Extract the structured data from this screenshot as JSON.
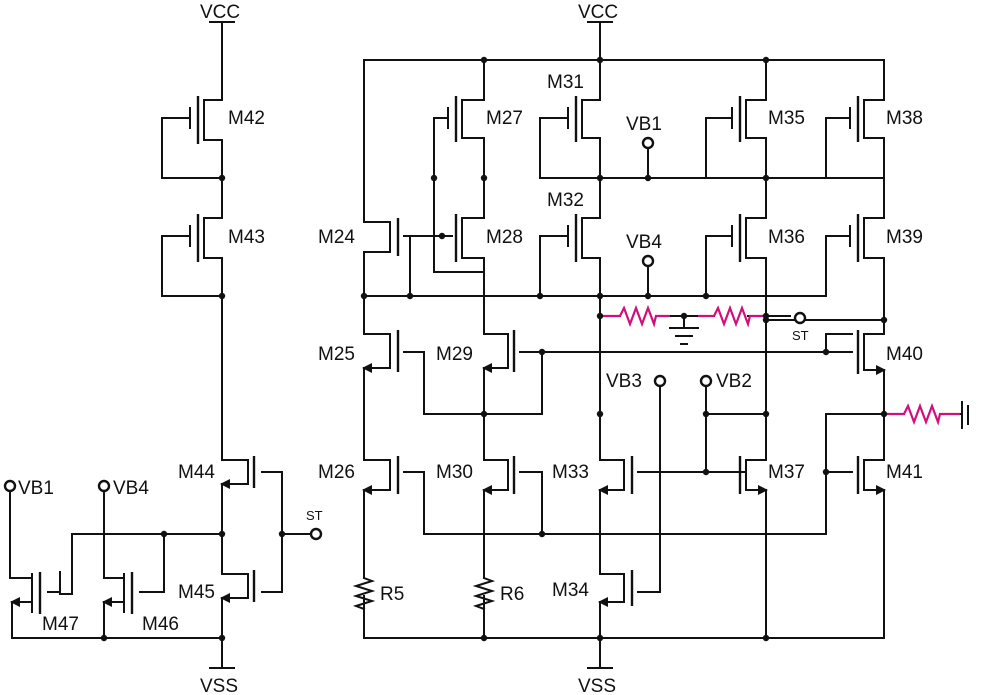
{
  "rails": {
    "vcc": "VCC",
    "vss": "VSS"
  },
  "bias": {
    "vb1": "VB1",
    "vb2": "VB2",
    "vb3": "VB3",
    "vb4": "VB4",
    "st": "ST"
  },
  "transistors": {
    "m24": "M24",
    "m25": "M25",
    "m26": "M26",
    "m27": "M27",
    "m28": "M28",
    "m29": "M29",
    "m30": "M30",
    "m31": "M31",
    "m32": "M32",
    "m33": "M33",
    "m34": "M34",
    "m35": "M35",
    "m36": "M36",
    "m37": "M37",
    "m38": "M38",
    "m39": "M39",
    "m40": "M40",
    "m41": "M41",
    "m42": "M42",
    "m43": "M43",
    "m44": "M44",
    "m45": "M45",
    "m46": "M46",
    "m47": "M47"
  },
  "resistors": {
    "r5": "R5",
    "r6": "R6"
  },
  "colors": {
    "wire": "#111111",
    "highlight": "#d0107a"
  }
}
